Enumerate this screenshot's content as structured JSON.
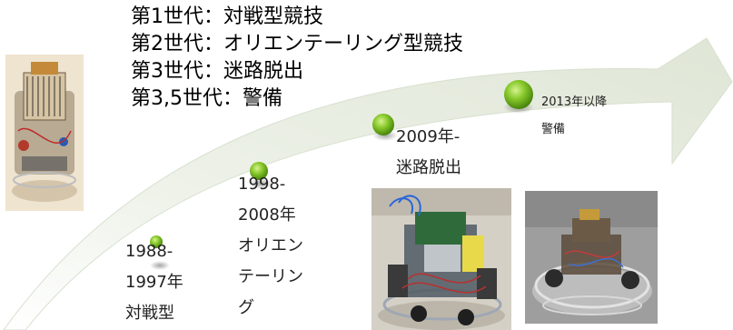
{
  "legend": {
    "items": [
      "第1世代：対戦型競技",
      "第2世代：オリエンテーリング型競技",
      "第3世代：迷路脱出",
      "第3,5世代：警備"
    ]
  },
  "eras": [
    {
      "period": "1988-",
      "year_end": "1997年",
      "name": "対戦型"
    },
    {
      "period": "1998-",
      "year_end": "2008年",
      "name_line1": "オリエン",
      "name_line2": "テーリン",
      "name_line3": "グ"
    },
    {
      "period": "2009年-",
      "name": "迷路脱出"
    },
    {
      "period": "2013年以降",
      "name": "警備"
    }
  ],
  "colors": {
    "arrow_fill": "#e7ece0",
    "arrow_edge": "#d3dccb",
    "dot_green": "#7cc21e",
    "dot_light": "#b6e06a",
    "dot_dark": "#3f7a08"
  },
  "icons": {
    "robot_photos": [
      "robot-photo-1988",
      "robot-photo-2009",
      "robot-photo-2013"
    ]
  }
}
